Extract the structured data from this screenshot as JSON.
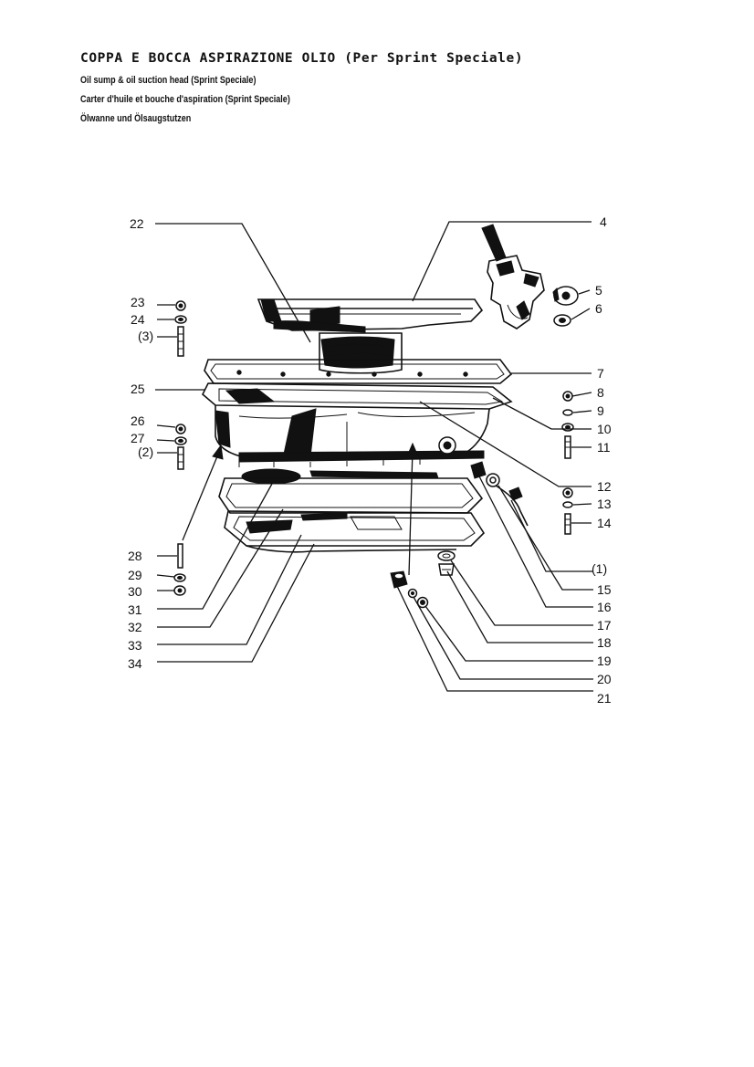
{
  "header": {
    "title": "COPPA E BOCCA ASPIRAZIONE OLIO (Per Sprint Speciale)",
    "lines": [
      "Oil sump & oil suction head (Sprint Speciale)",
      "Carter d'huile et bouche d'aspiration (Sprint Speciale)",
      "Ölwanne und Ölsaugstutzen"
    ]
  },
  "labels": {
    "l4": "4",
    "l5": "5",
    "l6": "6",
    "l7": "7",
    "l8": "8",
    "l9": "9",
    "l10": "10",
    "l11": "11",
    "l12": "12",
    "l13": "13",
    "l14": "14",
    "l1": "(1)",
    "l15": "15",
    "l16": "16",
    "l17": "17",
    "l18": "18",
    "l19": "19",
    "l20": "20",
    "l21": "21",
    "l22": "22",
    "l23": "23",
    "l24": "24",
    "l3": "(3)",
    "l25": "25",
    "l26": "26",
    "l27": "27",
    "l2": "(2)",
    "l28": "28",
    "l29": "29",
    "l30": "30",
    "l31": "31",
    "l32": "32",
    "l33": "33",
    "l34": "34"
  }
}
